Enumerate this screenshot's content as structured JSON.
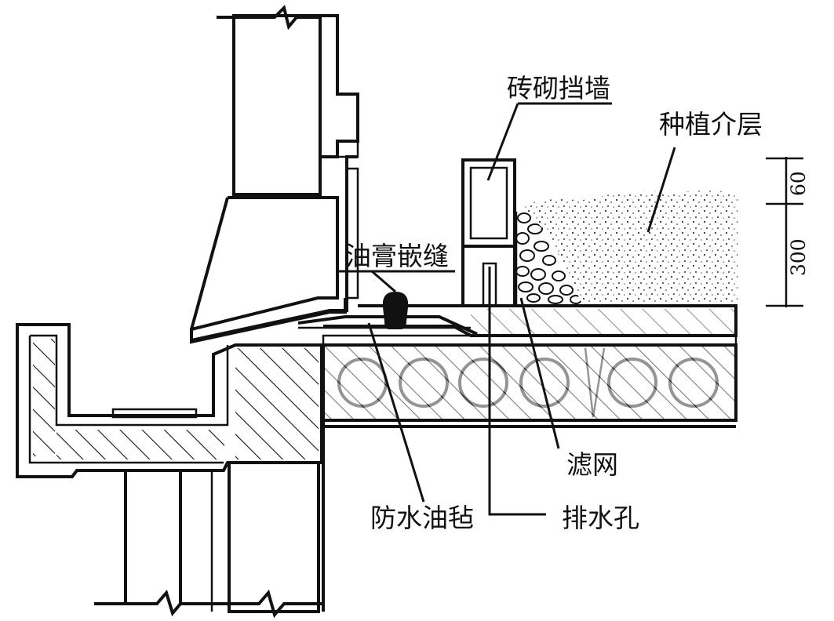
{
  "labels": {
    "brick_retaining_wall": "砖砌挡墙",
    "planting_medium": "种植介层",
    "ointment_caulking": "油膏嵌缝",
    "filter_net": "滤网",
    "waterproof_felt": "防水油毡",
    "drain_hole": "排水孔"
  },
  "dimensions": {
    "upper": "60",
    "lower": "300"
  }
}
